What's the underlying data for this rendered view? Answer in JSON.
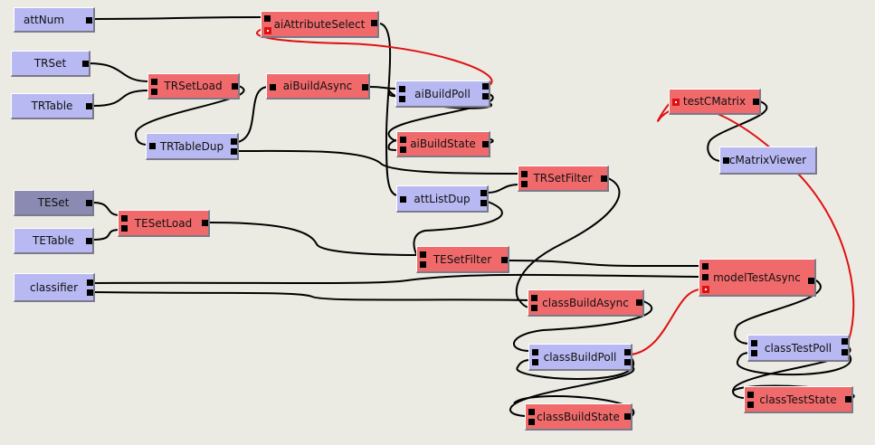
{
  "nodes": {
    "attNum": "attNum",
    "aiAttributeSelect": "aiAttributeSelect",
    "TRSet": "TRSet",
    "TRTable": "TRTable",
    "TRSetLoad": "TRSetLoad",
    "aiBuildAsync": "aiBuildAsync",
    "aiBuildPoll": "aiBuildPoll",
    "aiBuildState": "aiBuildState",
    "TRTableDup": "TRTableDup",
    "testCMatrix": "testCMatrix",
    "cMatrixViewer": "cMatrixViewer",
    "TRSetFilter": "TRSetFilter",
    "attListDup": "attListDup",
    "TESet": "TESet",
    "TETable": "TETable",
    "TESetLoad": "TESetLoad",
    "TESetFilter": "TESetFilter",
    "classifier": "classifier",
    "modelTestAsync": "modelTestAsync",
    "classBuildAsync": "classBuildAsync",
    "classBuildPoll": "classBuildPoll",
    "classTestPoll": "classTestPoll",
    "classTestState": "classTestState",
    "classBuildState": "classBuildState"
  },
  "colors": {
    "source_node": "#b8b8f2",
    "process_node": "#f06a6c",
    "selected_node": "#8a8ab2",
    "wire": "#000000",
    "control_wire": "#e01010",
    "background": "#ebebe4"
  }
}
